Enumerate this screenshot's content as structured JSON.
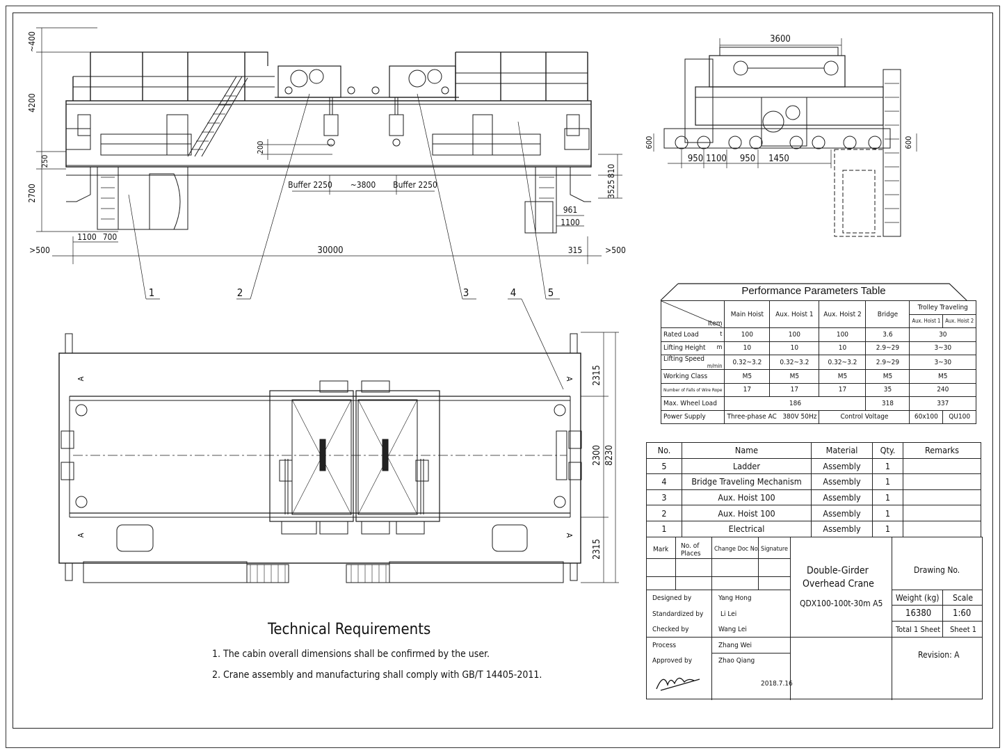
{
  "front_view": {
    "dims": {
      "height_top": "~400",
      "height_upper": "4200",
      "height_250": "250",
      "height_lower": "2700",
      "hook_gap": "200",
      "buffer_left": "Buffer 2250",
      "hook_span": "~3800",
      "buffer_right": "Buffer 2250",
      "right_810": "810",
      "right_3525": "3525",
      "right_961": "961",
      "right_1100": "1100",
      "left_1100": "1100",
      "left_700": "700",
      "span": "30000",
      "end_315": "315",
      "clear_left": ">500",
      "clear_right": ">500"
    },
    "balloons": [
      "1",
      "2",
      "3",
      "4",
      "5"
    ]
  },
  "side_view": {
    "dims": {
      "width_top": "3600",
      "height_left": "600",
      "height_right": "600",
      "w1": "950",
      "w2": "1100",
      "w3": "950",
      "w4": "1450"
    }
  },
  "plan_view": {
    "dims": {
      "top": "2315",
      "middle": "2300",
      "overall": "8230",
      "bottom": "2315"
    },
    "section_marks": [
      "A",
      "A",
      "A",
      "A"
    ]
  },
  "performance": {
    "title": "Performance Parameters Table",
    "header": {
      "item": "Item",
      "main_hoist": "Main Hoist",
      "aux1": "Aux. Hoist 1",
      "aux2": "Aux. Hoist 2",
      "bridge": "Bridge",
      "trolley": "Trolley Traveling",
      "trolley_aux1": "Aux. Hoist 1",
      "trolley_aux2": "Aux. Hoist 2"
    },
    "rows": [
      {
        "label": "Rated Load",
        "unit": "t",
        "main": "100",
        "aux1": "100",
        "aux2": "100",
        "bridge": "3.6",
        "trolley": "30"
      },
      {
        "label": "Lifting Height",
        "unit": "m",
        "main": "10",
        "aux1": "10",
        "aux2": "10",
        "bridge": "2.9~29",
        "trolley": "3~30"
      },
      {
        "label": "Lifting Speed",
        "unit": "m/min",
        "main": "0.32~3.2",
        "aux1": "0.32~3.2",
        "aux2": "0.32~3.2",
        "bridge": "2.9~29",
        "trolley": "3~30"
      },
      {
        "label": "Working Class",
        "unit": "",
        "main": "M5",
        "aux1": "M5",
        "aux2": "M5",
        "bridge": "M5",
        "trolley": "M5"
      },
      {
        "label": "Number of Falls of Wire Rope",
        "unit": "",
        "main": "17",
        "aux1": "17",
        "aux2": "17",
        "bridge": "35",
        "trolley": "240"
      }
    ],
    "max_wheel": {
      "label": "Max. Wheel Load",
      "hoists": "186",
      "bridge": "318",
      "trolley": "337"
    },
    "power": {
      "label": "Power Supply",
      "phase": "Three-phase AC",
      "volt": "380V  50Hz",
      "control": "Control Voltage",
      "c1": "60x100",
      "c2": "QU100"
    }
  },
  "parts": {
    "headers": [
      "No.",
      "Name",
      "Material",
      "Qty.",
      "Remarks"
    ],
    "rows": [
      {
        "no": "5",
        "name": "Ladder",
        "material": "Assembly",
        "qty": "1",
        "remarks": ""
      },
      {
        "no": "4",
        "name": "Bridge Traveling Mechanism",
        "material": "Assembly",
        "qty": "1",
        "remarks": ""
      },
      {
        "no": "3",
        "name": "Aux. Hoist 100",
        "material": "Assembly",
        "qty": "1",
        "remarks": ""
      },
      {
        "no": "2",
        "name": "Aux. Hoist 100",
        "material": "Assembly",
        "qty": "1",
        "remarks": ""
      },
      {
        "no": "1",
        "name": "Electrical",
        "material": "Assembly",
        "qty": "1",
        "remarks": ""
      }
    ]
  },
  "title_block": {
    "mark": "Mark",
    "places": "No. of Places",
    "change_doc": "Change Doc No.",
    "signature": "Signature",
    "name_line1": "Double-Girder",
    "name_line2": "Overhead Crane",
    "model": "QDX100-100t-30m  A5",
    "drawing_no": "Drawing No.",
    "weight_label": "Weight (kg)",
    "scale_label": "Scale",
    "weight": "16380",
    "scale": "1:60",
    "total_sheets": "Total 1 Sheet",
    "sheet": "Sheet 1",
    "revision": "Revision:  A",
    "designed_label": "Designed by",
    "designed": "Yang Hong",
    "standardized_label": "Standardized by",
    "standardized": "Li Lei",
    "checked_label": "Checked by",
    "checked": "Wang Lei",
    "process_label": "Process",
    "process": "Zhang Wei",
    "approved_label": "Approved by",
    "approved": "Zhao Qiang",
    "date": "2018.7.16"
  },
  "tech": {
    "title": "Technical Requirements",
    "items": [
      "1. The cabin overall dimensions shall be confirmed by the user.",
      "2. Crane assembly and manufacturing shall comply with GB/T 14405-2011."
    ]
  }
}
